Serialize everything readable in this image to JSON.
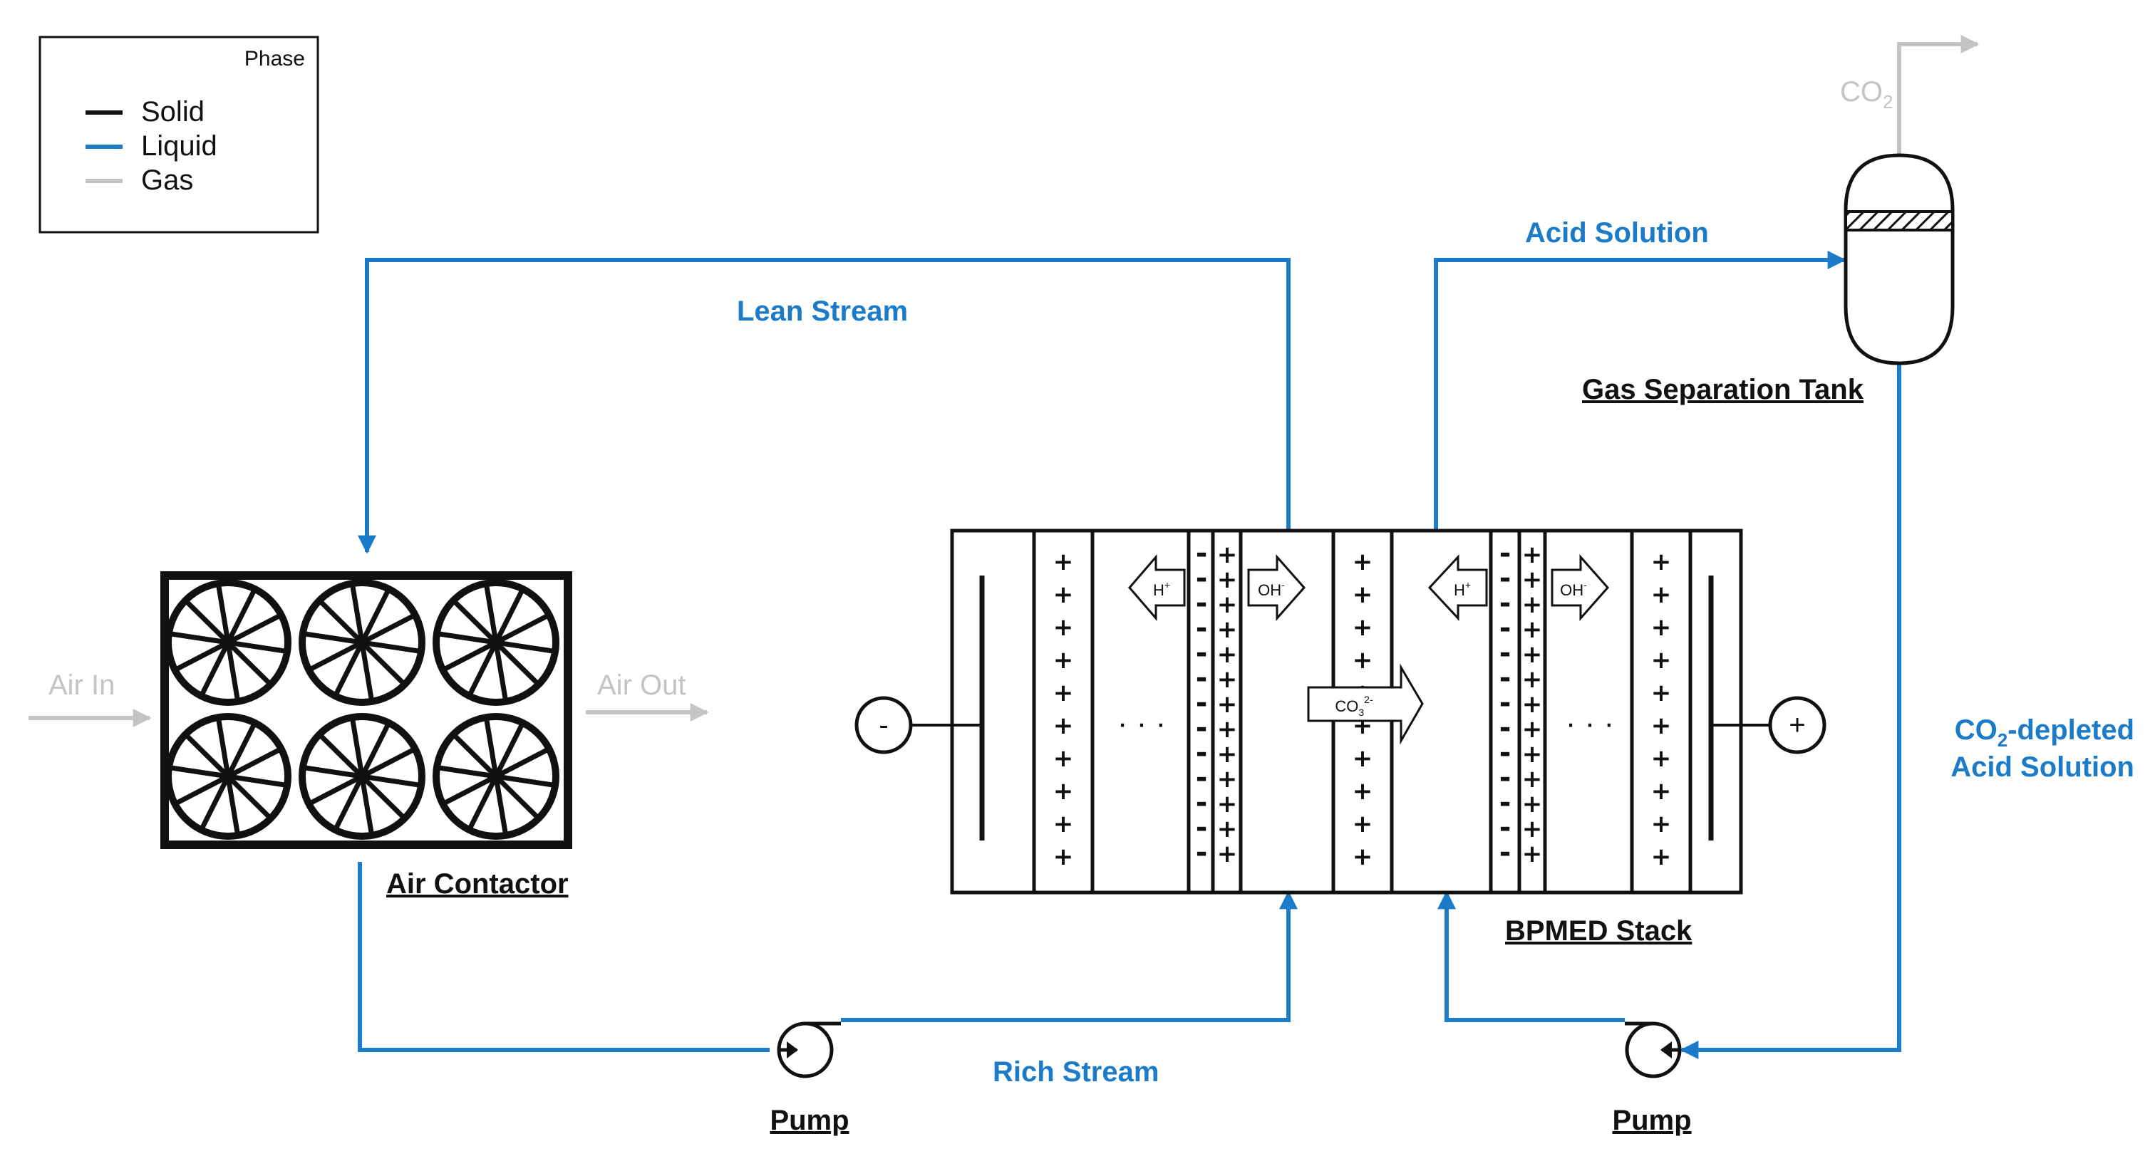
{
  "legend": {
    "title": "Phase",
    "items": [
      {
        "label": "Solid",
        "color": "#111111"
      },
      {
        "label": "Liquid",
        "color": "#1b7bc8"
      },
      {
        "label": "Gas",
        "color": "#c4c4c4"
      }
    ]
  },
  "colors": {
    "solid": "#111111",
    "liquid": "#1b7bc8",
    "gas": "#c4c4c4"
  },
  "streams": {
    "lean": "Lean Stream",
    "rich": "Rich Stream",
    "acid": "Acid Solution",
    "depleted_line1_prefix": "CO",
    "depleted_line1_sub": "2",
    "depleted_line1_suffix": "-depleted",
    "depleted_line2": "Acid Solution"
  },
  "air": {
    "in": "Air In",
    "out": "Air Out"
  },
  "components": {
    "air_contactor": "Air Contactor",
    "bpmed_stack": "BPMED Stack",
    "gas_tank": "Gas Separation Tank",
    "pump_left": "Pump",
    "pump_right": "Pump"
  },
  "gas_out": {
    "base": "CO",
    "sub": "2"
  },
  "stack": {
    "cathode": "-",
    "anode": "+",
    "ellipsis": "· · ·",
    "ion_h": "H",
    "ion_h_charge": "+",
    "ion_oh": "OH",
    "ion_oh_charge": "-",
    "ion_co3": "CO",
    "ion_co3_sub": "3",
    "ion_co3_charge": "2-",
    "plus_sign": "+",
    "minus_sign": "-"
  }
}
